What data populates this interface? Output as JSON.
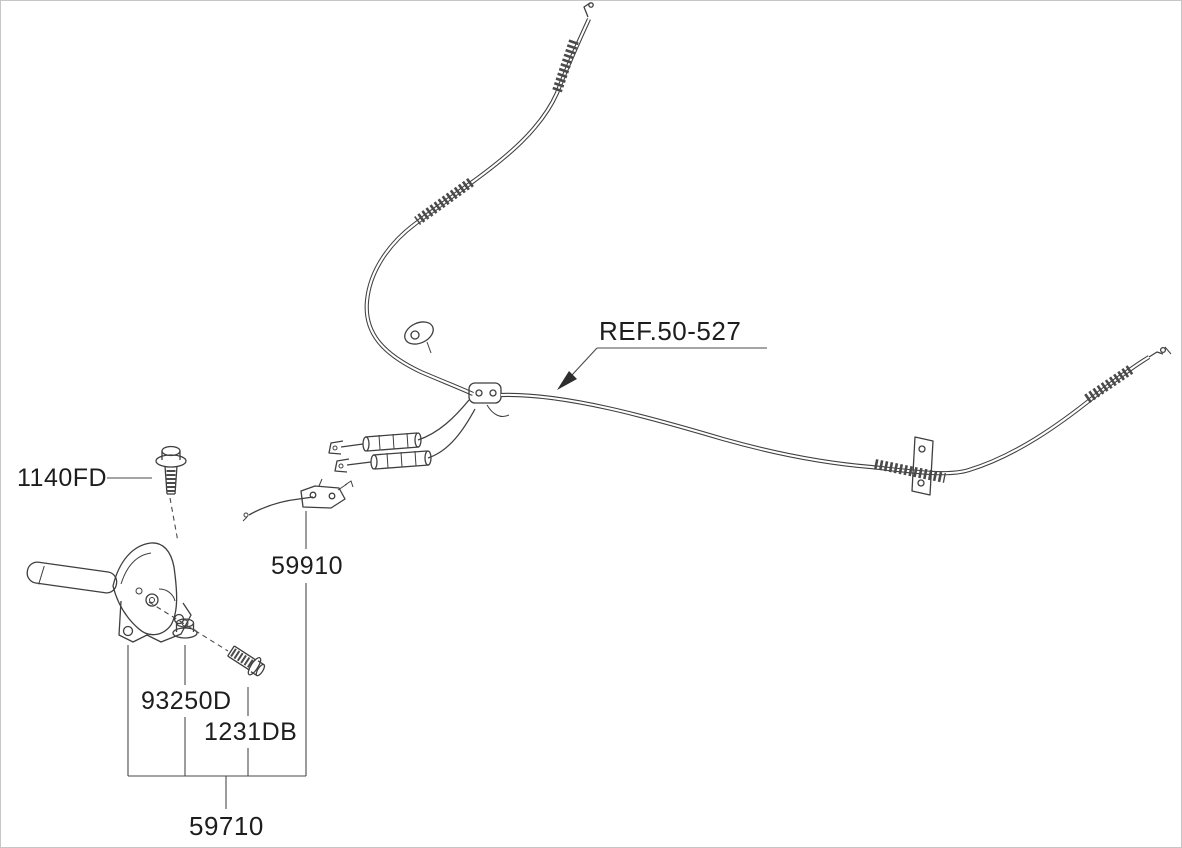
{
  "labels": {
    "ref_callout": "REF.50-527",
    "part_1140fd": "1140FD",
    "part_59910": "59910",
    "part_93250d": "93250D",
    "part_1231db": "1231DB",
    "part_59710": "59710"
  },
  "colors": {
    "background": "#ffffff",
    "frame_border": "#c6c6c6",
    "line": "#3f3f3f",
    "text": "#1d1d1d"
  }
}
